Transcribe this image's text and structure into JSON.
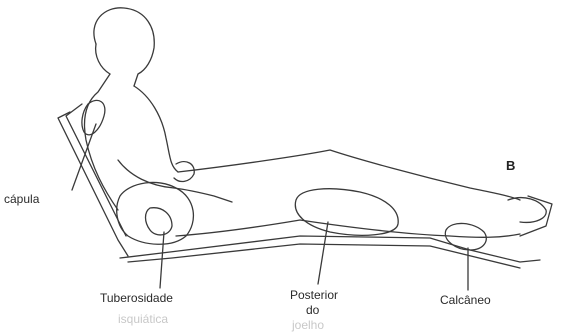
{
  "diagram": {
    "panel_letter": "B",
    "labels": {
      "scapula": "cápula",
      "ischial_tuberosity_line1": "Tuberosidade",
      "ischial_tuberosity_line2": "isquiática",
      "posterior_line1": "Posterior",
      "posterior_line2": "do",
      "posterior_line3": "joelho",
      "heel": "Calcâneo"
    }
  }
}
